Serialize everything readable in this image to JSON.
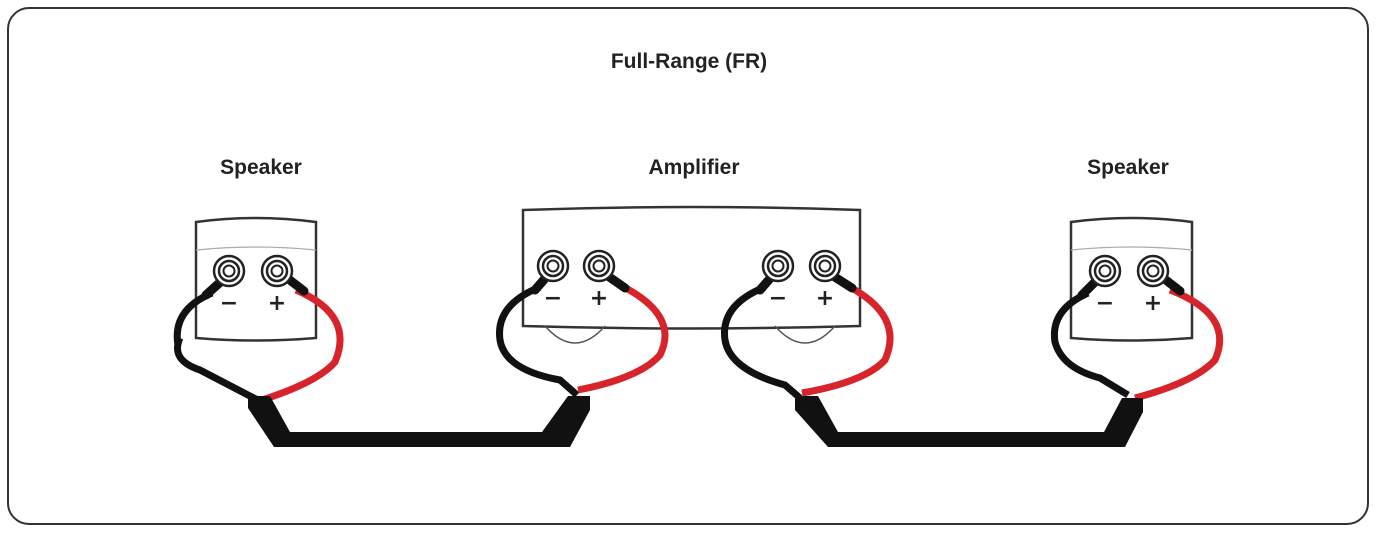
{
  "title": "Full-Range (FR)",
  "labels": {
    "speaker_left": "Speaker",
    "amplifier": "Amplifier",
    "speaker_right": "Speaker"
  },
  "terminals": {
    "negative": "−",
    "positive": "+"
  },
  "colors": {
    "positive_wire": "#d7242b",
    "negative_wire": "#111111",
    "cable": "#111111",
    "outline": "#333333"
  }
}
